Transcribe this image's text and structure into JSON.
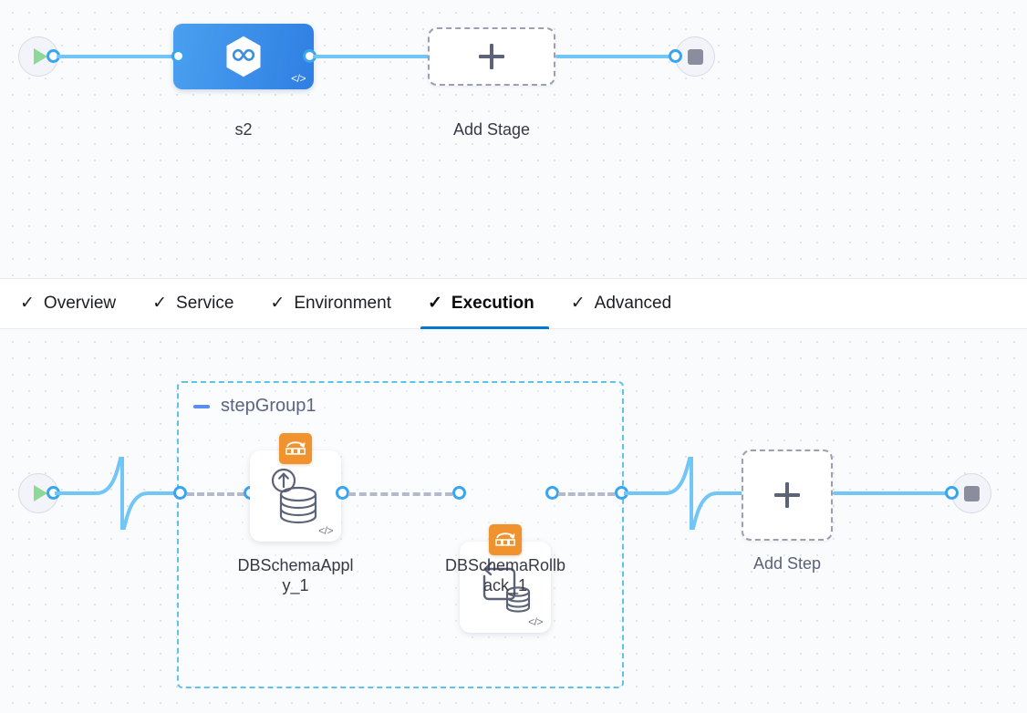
{
  "stage_canvas": {
    "start_node": {
      "icon": "play-icon",
      "name": "pipeline-start"
    },
    "end_node": {
      "icon": "stop-icon",
      "name": "pipeline-end"
    },
    "stage": {
      "label": "s2",
      "icon": "harness-hexagon-infinity-icon",
      "code_badge": "</>"
    },
    "add_stage": {
      "label": "Add Stage",
      "icon": "plus-icon"
    }
  },
  "tabs": {
    "check_glyph": "✓",
    "active_index": 3,
    "items": [
      {
        "label": "Overview"
      },
      {
        "label": "Service"
      },
      {
        "label": "Environment"
      },
      {
        "label": "Execution"
      },
      {
        "label": "Advanced"
      }
    ],
    "active_underline_color": "#0278d5"
  },
  "execution_canvas": {
    "start_node": {
      "icon": "play-icon",
      "name": "execution-start"
    },
    "end_node": {
      "icon": "stop-icon",
      "name": "execution-end"
    },
    "step_group": {
      "title": "stepGroup1",
      "collapse_icon": "minus-icon",
      "border_color": "#5fc3e8",
      "steps": [
        {
          "label_line1": "DBSchemaAppl",
          "label_line2": "y_1",
          "full_label": "DBSchemaApply_1",
          "badge_icon": "rollback-stage-badge-icon",
          "badge_color": "#f0932f",
          "glyph_icon": "database-apply-up-arrow-icon",
          "code_badge": "</>"
        },
        {
          "label_line1": "DBSchemaRollb",
          "label_line2": "ack_1",
          "full_label": "DBSchemaRollback_1",
          "badge_icon": "rollback-stage-badge-icon",
          "badge_color": "#f0932f",
          "glyph_icon": "database-rollback-arrow-icon",
          "code_badge": "</>"
        }
      ]
    },
    "add_step": {
      "label": "Add Step",
      "icon": "plus-icon"
    }
  },
  "colors": {
    "link": "#72c6f5",
    "port": "#39a5f0",
    "canvas_bg": "#fafbfd",
    "dot_grid": "#dfe3ec",
    "accent_blue": "#0278d5",
    "badge_orange": "#f0932f"
  }
}
